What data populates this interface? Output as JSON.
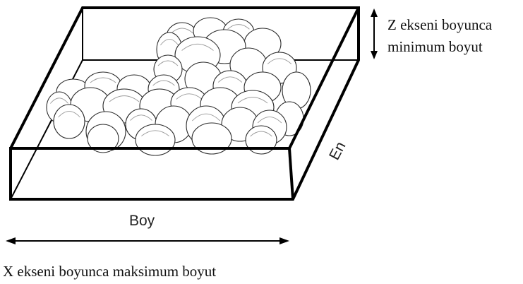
{
  "labels": {
    "z_axis_line1": "Z ekseni boyunca",
    "z_axis_line2": "minimum boyut",
    "width": "En",
    "length": "Boy",
    "x_axis": "X ekseni boyunca maksimum boyut"
  }
}
